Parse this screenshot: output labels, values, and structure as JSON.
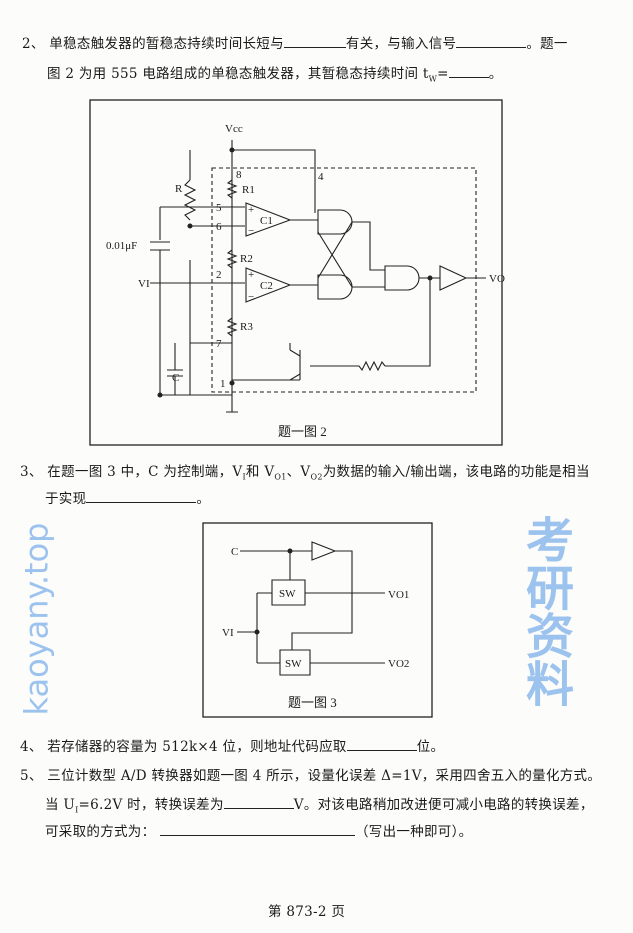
{
  "q2": {
    "num": "2、",
    "l1a": "单稳态触发器的暂稳态持续时间长短与",
    "l1b": "有关，与输入信号",
    "l1c": "。题一",
    "l2a": "图 2 为用 555 电路组成的单稳态触发器，其暂稳态持续时间 t",
    "l2sub": "W",
    "l2b": "=",
    "l2c": "。"
  },
  "fig2": {
    "vcc": "Vcc",
    "r": "R",
    "r1": "R1",
    "r2": "R2",
    "r3": "R3",
    "c1": "C1",
    "c2": "C2",
    "cap": "0.01μF",
    "vi": "VI",
    "c": "C",
    "vo": "VO",
    "pins": [
      "8",
      "4",
      "5",
      "6",
      "2",
      "7",
      "1"
    ],
    "plus": "+",
    "minus": "−",
    "caption": "题一图 2"
  },
  "q3": {
    "num": "3、",
    "l1": "在题一图 3 中，C 为控制端，V",
    "l1s1": "I",
    "l1b": "和 V",
    "l1s2": "O1",
    "l1c": "、V",
    "l1s3": "O2",
    "l1d": "为数据的输入/输出端，该电路的功能是相当",
    "l2a": "于实现",
    "l2b": "。"
  },
  "fig3": {
    "c": "C",
    "sw1": "SW",
    "sw2": "SW",
    "vo1": "VO1",
    "vi": "VI",
    "vo2": "VO2",
    "caption": "题一图 3"
  },
  "q4": {
    "num": "4、",
    "a": "若存储器的容量为 512k×4 位，则地址代码应取",
    "b": "位。"
  },
  "q5": {
    "num": "5、",
    "l1": "三位计数型 A/D 转换器如题一图 4 所示，设量化误差 Δ=1V，采用四舍五入的量化方式。",
    "l2a": "当 U",
    "l2s": "I",
    "l2b": "=6.2V 时，转换误差为",
    "l2c": "V。对该电路稍加改进便可减小电路的转换误差，",
    "l3a": "可采取的方式为：",
    "l3b": "（写出一种即可）。"
  },
  "footer": "第 873-2 页",
  "watermark": {
    "cn": "考研资料",
    "url": "kaoyany.top"
  }
}
